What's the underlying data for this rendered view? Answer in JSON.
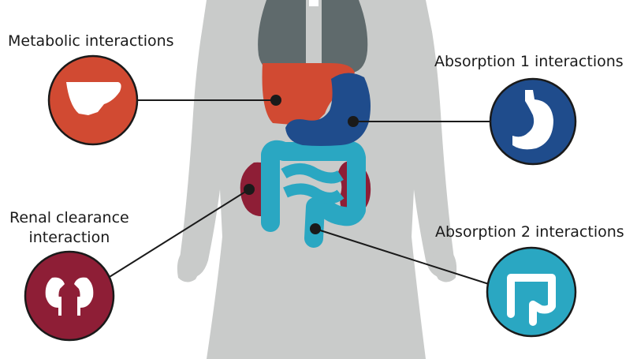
{
  "labels": {
    "metabolic": "Metabolic interactions",
    "absorption1": "Absorption 1 interactions",
    "renal_line1": "Renal clearance",
    "renal_line2": "interaction",
    "absorption2": "Absorption 2 interactions"
  },
  "icons": {
    "metabolic": "liver-icon",
    "absorption1": "stomach-icon",
    "renal": "kidneys-icon",
    "absorption2": "intestine-icon"
  },
  "colors": {
    "body_silhouette": "#c9cbca",
    "lungs": "#5f6a6c",
    "liver": "#d14a32",
    "stomach": "#1f4c8c",
    "kidneys": "#8e1e36",
    "intestine": "#2aa7c2",
    "connector": "#1a1a1a"
  }
}
